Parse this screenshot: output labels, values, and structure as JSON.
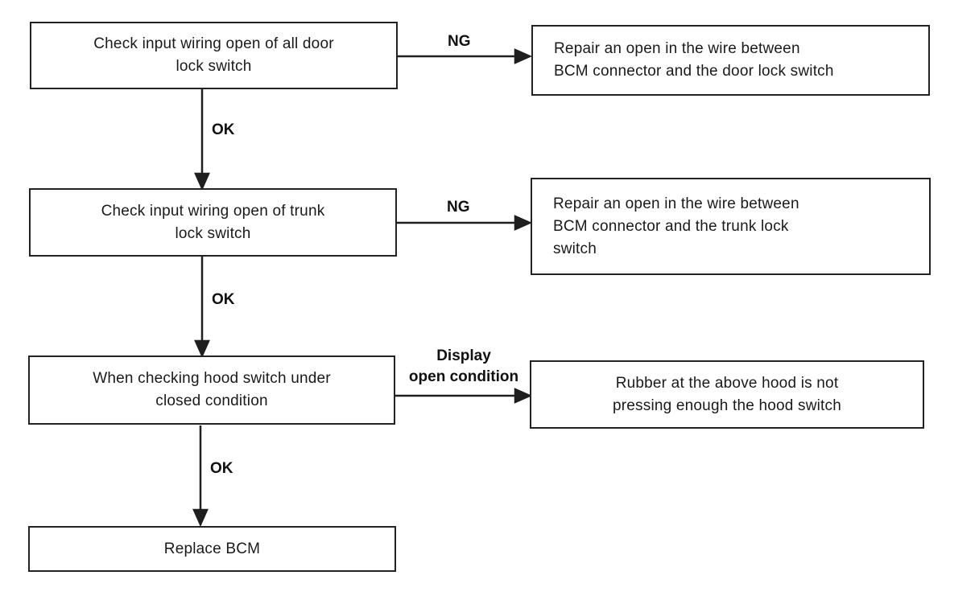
{
  "diagram": {
    "title": "BCM door/trunk/hood switch diagnostic flowchart",
    "colors": {
      "background": "#ffffff",
      "line": "#1f1f1f",
      "text": "#1a1a1a"
    },
    "nodes": {
      "check_door": {
        "lines": [
          "Check input wiring open of all door",
          "lock switch"
        ],
        "text": "Check input wiring open of all door lock switch"
      },
      "repair_door": {
        "lines": [
          "Repair an open in the wire between",
          "BCM connector and the door lock switch"
        ],
        "text": "Repair an open in the wire between BCM connector and the door lock switch"
      },
      "check_trunk": {
        "lines": [
          "Check input wiring open of trunk",
          "lock switch"
        ],
        "text": "Check input wiring open of trunk lock switch"
      },
      "repair_trunk": {
        "lines": [
          "Repair an open in the wire between",
          "BCM connector and the trunk lock",
          "switch"
        ],
        "text": "Repair an open in the wire between BCM connector and the trunk lock switch"
      },
      "check_hood": {
        "lines": [
          "When checking hood switch under",
          "closed condition"
        ],
        "text": "When checking hood switch under closed condition"
      },
      "rubber_hood": {
        "lines": [
          "Rubber at the above hood is not",
          "pressing enough the hood switch"
        ],
        "text": "Rubber at the above hood is not pressing enough the hood switch"
      },
      "replace_bcm": {
        "lines": [
          "Replace BCM"
        ],
        "text": "Replace BCM"
      }
    },
    "edge_labels": {
      "ok1": "OK",
      "ok2": "OK",
      "ok3": "OK",
      "ng1": "NG",
      "ng2": "NG",
      "display_line1": "Display",
      "display_line2": "open condition"
    }
  }
}
